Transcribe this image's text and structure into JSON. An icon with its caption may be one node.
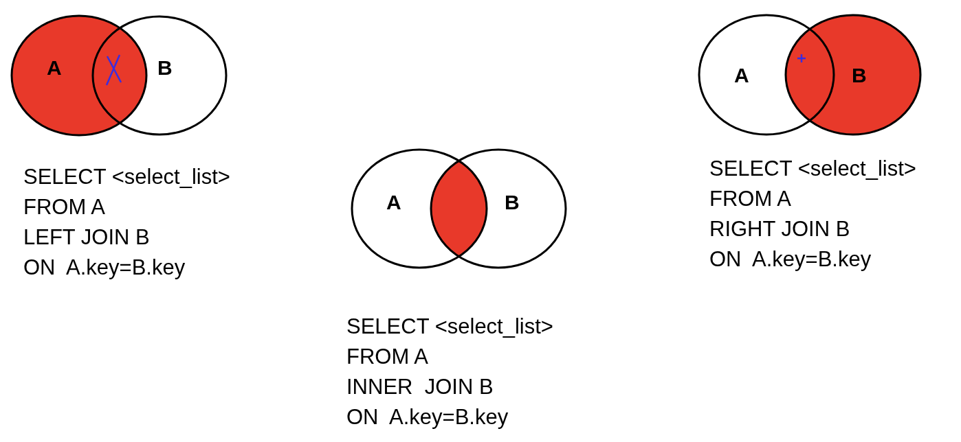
{
  "diagram": {
    "nodes": [
      {
        "text": [
          "A"
        ]
      },
      {
        "text": [
          "B"
        ]
      },
      {
        "text": [
          "A"
        ]
      },
      {
        "text": [
          "B"
        ]
      },
      {
        "text": [
          "A"
        ]
      },
      {
        "text": [
          "B"
        ]
      }
    ],
    "edges": [],
    "labels": [
      "SELECT <select_list>",
      "FROM A",
      "LEFT JOIN B",
      "ON  A.key=B.key",
      "SELECT <select_list>",
      "FROM A",
      "RIGHT JOIN B",
      "ON  A.key=B.key",
      "SELECT <select_list>",
      "FROM A",
      "INNER  JOIN B",
      "ON  A.key=B.key"
    ]
  }
}
